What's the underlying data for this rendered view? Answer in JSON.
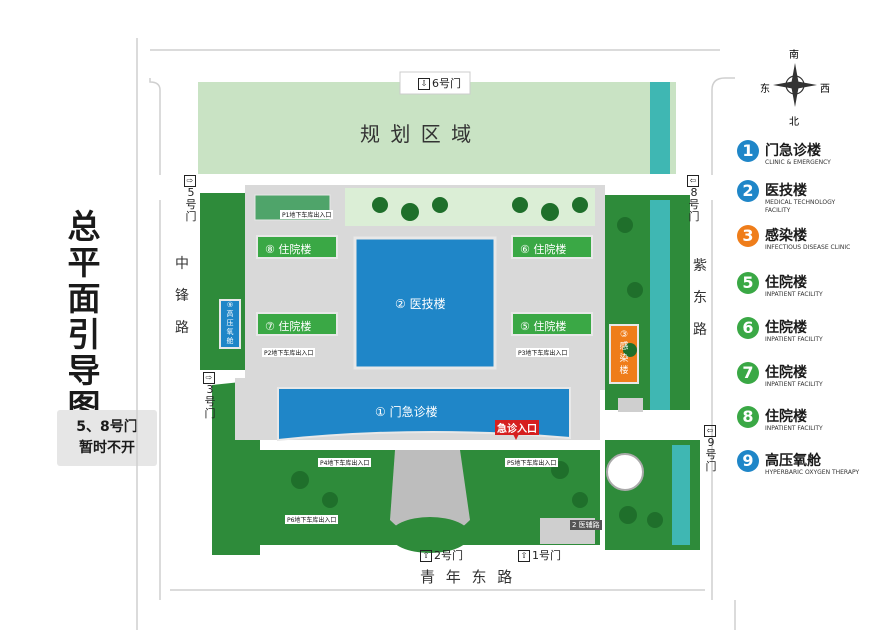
{
  "title_chars": [
    "总",
    "平",
    "面",
    "引",
    "导",
    "图"
  ],
  "notice": {
    "line1": "5、8号门",
    "line2": "暂时不开"
  },
  "compass": {
    "north": "北",
    "south": "南",
    "east": "东",
    "west": "西"
  },
  "roads": {
    "zhongfeng": [
      "中",
      "锋",
      "路"
    ],
    "zidong": [
      "紫",
      "东",
      "路"
    ],
    "qingnian": "青 年 东 路"
  },
  "gates": {
    "g1": "1号门",
    "g2": "2号门",
    "g3": [
      "3",
      "号",
      "门"
    ],
    "g5": [
      "5",
      "号",
      "门"
    ],
    "g6": "6号门",
    "g8": [
      "8",
      "号",
      "门"
    ],
    "g9": [
      "9",
      "号",
      "门"
    ]
  },
  "planning_area": "规 划 区 域",
  "buildings": {
    "b1": "① 门急诊楼",
    "b2": "② 医技楼",
    "b3": [
      "③",
      "感",
      "染",
      "楼"
    ],
    "b5": "⑤ 住院楼",
    "b6": "⑥ 住院楼",
    "b7": "⑦ 住院楼",
    "b8": "⑧ 住院楼",
    "b9": [
      "⑨",
      "高",
      "压",
      "氧",
      "舱"
    ]
  },
  "emergency_entrance": "急诊入口",
  "ambulance_label": "2 医辅路",
  "parking_tags": [
    "P1地下车库出入口",
    "P2地下车库出入口",
    "P3地下车库出入口",
    "P4地下车库出入口",
    "P5地下车库出入口",
    "P6地下车库出入口"
  ],
  "legend": [
    {
      "num": "1",
      "name": "门急诊楼",
      "sub": "CLINIC & EMERGENCY",
      "color": "#1f86c8"
    },
    {
      "num": "2",
      "name": "医技楼",
      "sub": "MEDICAL TECHNOLOGY FACILITY",
      "color": "#1f86c8"
    },
    {
      "num": "3",
      "name": "感染楼",
      "sub": "INFECTIOUS DISEASE CLINIC",
      "color": "#ef7d1a"
    },
    {
      "num": "5",
      "name": "住院楼",
      "sub": "INPATIENT FACILITY",
      "color": "#3aa845"
    },
    {
      "num": "6",
      "name": "住院楼",
      "sub": "INPATIENT FACILITY",
      "color": "#3aa845"
    },
    {
      "num": "7",
      "name": "住院楼",
      "sub": "INPATIENT FACILITY",
      "color": "#3aa845"
    },
    {
      "num": "8",
      "name": "住院楼",
      "sub": "INPATIENT FACILITY",
      "color": "#3aa845"
    },
    {
      "num": "9",
      "name": "高压氧舱",
      "sub": "HYPERBARIC OXYGEN THERAPY",
      "color": "#1f86c8"
    }
  ],
  "colors": {
    "green_dark": "#2e8b3a",
    "green_light": "#c9e3c4",
    "blue_building": "#1f86c8",
    "orange_building": "#ef7d1a",
    "road_gray": "#d8d8d8",
    "water": "#3fb7b3"
  }
}
